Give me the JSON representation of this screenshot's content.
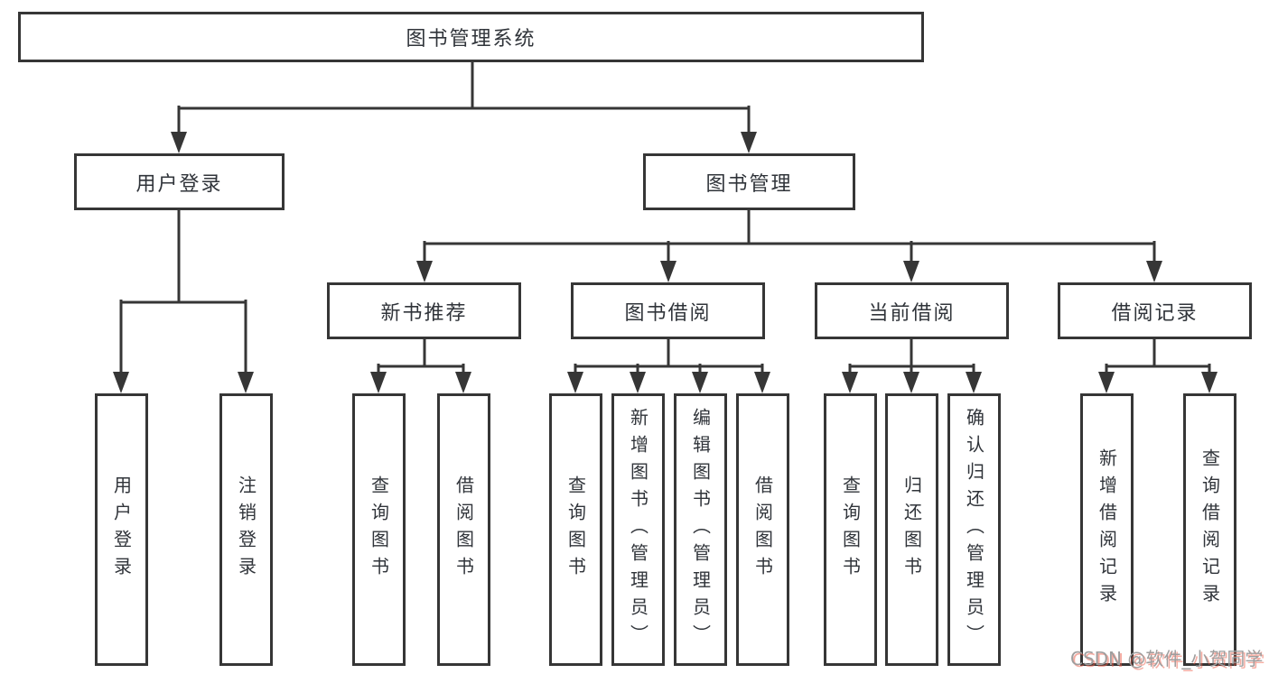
{
  "diagram": {
    "root": {
      "label": "图书管理系统"
    },
    "branches": [
      {
        "label": "用户登录",
        "children": [
          {
            "label": "用户登录"
          },
          {
            "label": "注销登录"
          }
        ]
      },
      {
        "label": "图书管理",
        "sections": [
          {
            "label": "新书推荐",
            "children": [
              {
                "label": "查询图书"
              },
              {
                "label": "借阅图书"
              }
            ]
          },
          {
            "label": "图书借阅",
            "children": [
              {
                "label": "查询图书"
              },
              {
                "label": "新增图书（管理员）"
              },
              {
                "label": "编辑图书（管理员）"
              },
              {
                "label": "借阅图书"
              }
            ]
          },
          {
            "label": "当前借阅",
            "children": [
              {
                "label": "查询图书"
              },
              {
                "label": "归还图书"
              },
              {
                "label": "确认归还（管理员）"
              }
            ]
          },
          {
            "label": "借阅记录",
            "children": [
              {
                "label": "新增借阅记录"
              },
              {
                "label": "查询借阅记录"
              }
            ]
          }
        ]
      }
    ],
    "watermark": "CSDN @软件_小贺同学"
  }
}
